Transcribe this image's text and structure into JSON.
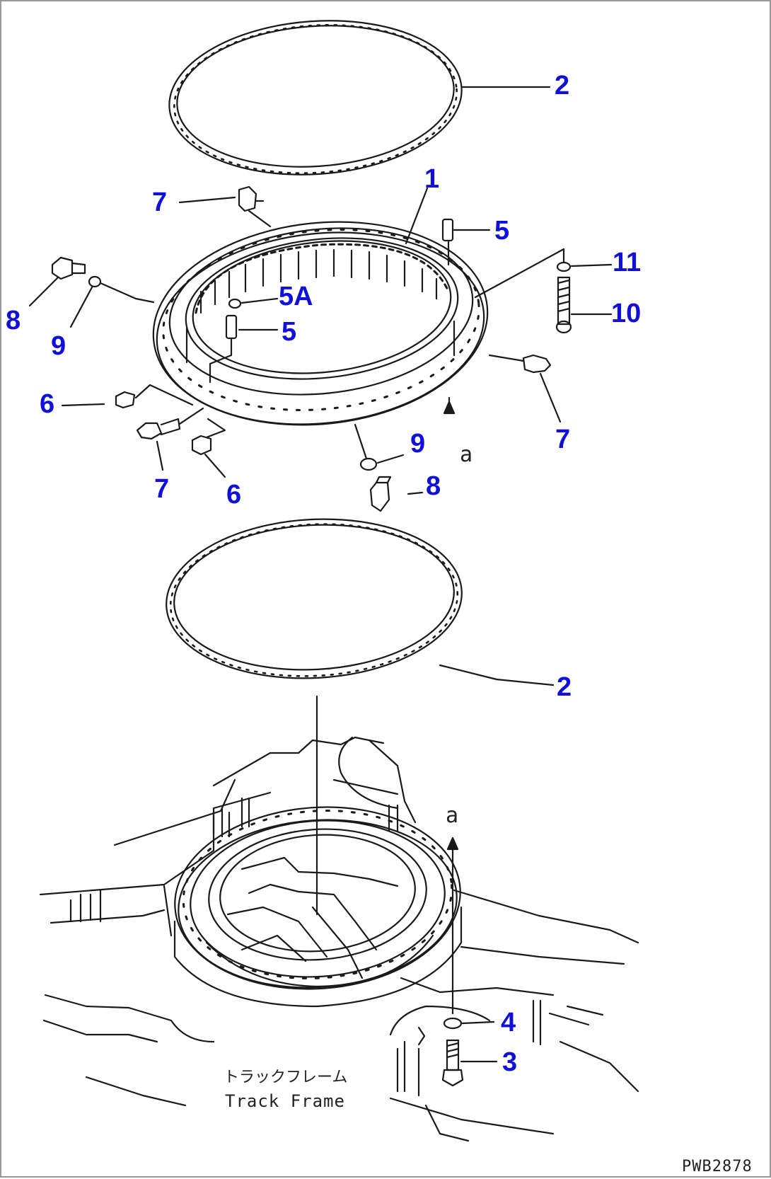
{
  "callouts": {
    "p2_top": "2",
    "p1": "1",
    "p7_a": "7",
    "p5_a": "5",
    "p11": "11",
    "p8_a": "8",
    "p9_a": "9",
    "p5a": "5A",
    "p5_b": "5",
    "p10": "10",
    "p6_a": "6",
    "p7_b": "7",
    "p7_c": "7",
    "p6_b": "6",
    "p9_b": "9",
    "p8_b": "8",
    "p2_bottom": "2",
    "p4": "4",
    "p3": "3"
  },
  "markers": {
    "a_upper": "a",
    "a_lower": "a"
  },
  "labels": {
    "track_frame_jp": "トラックフレーム",
    "track_frame_en": "Track Frame",
    "drawing_code": "PWB2878"
  },
  "colors": {
    "callout_text": "#1010d8",
    "line_art": "#1a1a1a",
    "border": "#999999"
  }
}
